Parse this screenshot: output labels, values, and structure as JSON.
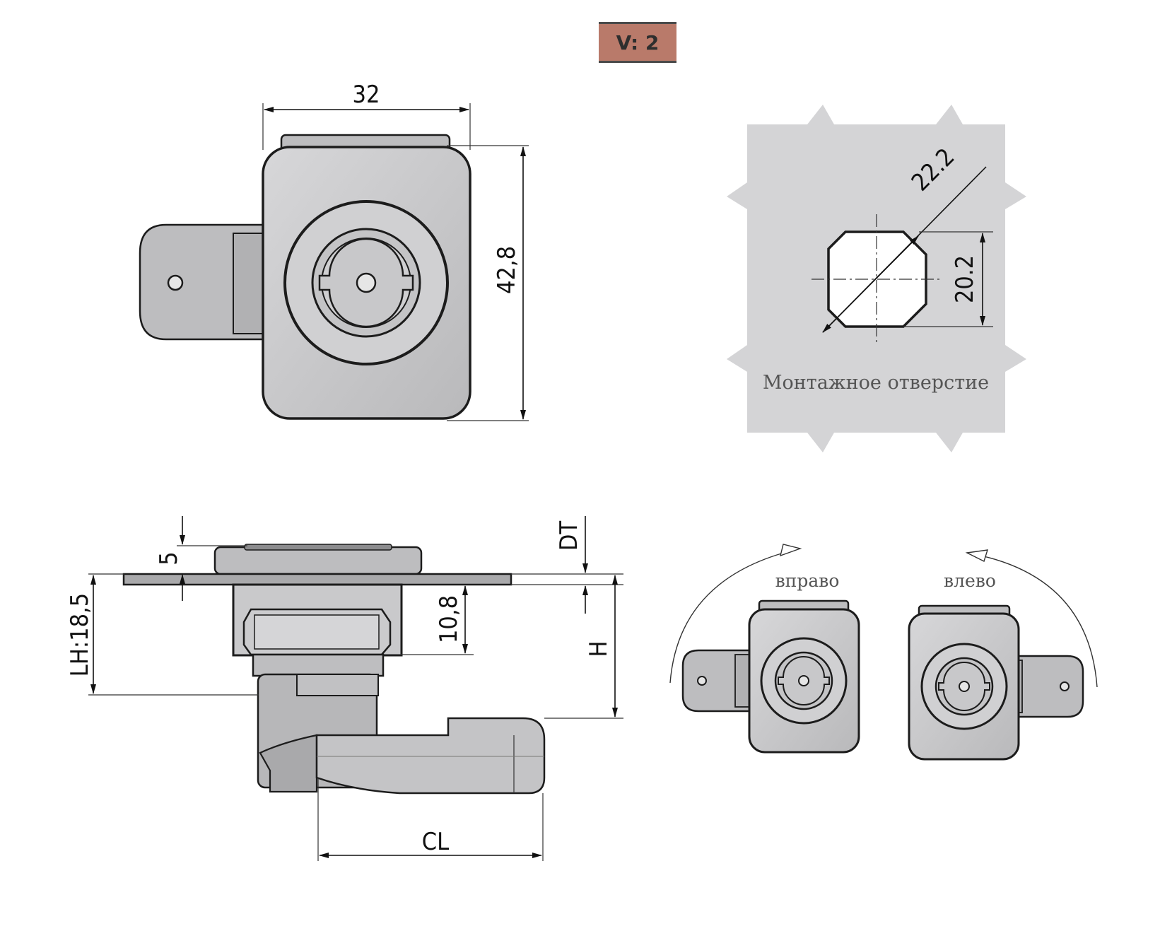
{
  "badge": {
    "text": "V: 2"
  },
  "front_view": {
    "width_dim": "32",
    "height_dim": "42,8"
  },
  "mount_hole": {
    "diag_dim": "22.2",
    "flat_dim": "20.2",
    "caption": "Монтажное отверстие"
  },
  "side_view": {
    "dim_5": "5",
    "dim_dt": "DT",
    "dim_lh": "LH:18,5",
    "dim_10_8": "10,8",
    "dim_h": "H",
    "dim_cl": "CL"
  },
  "rotation": {
    "right": "вправо",
    "left": "влево"
  }
}
